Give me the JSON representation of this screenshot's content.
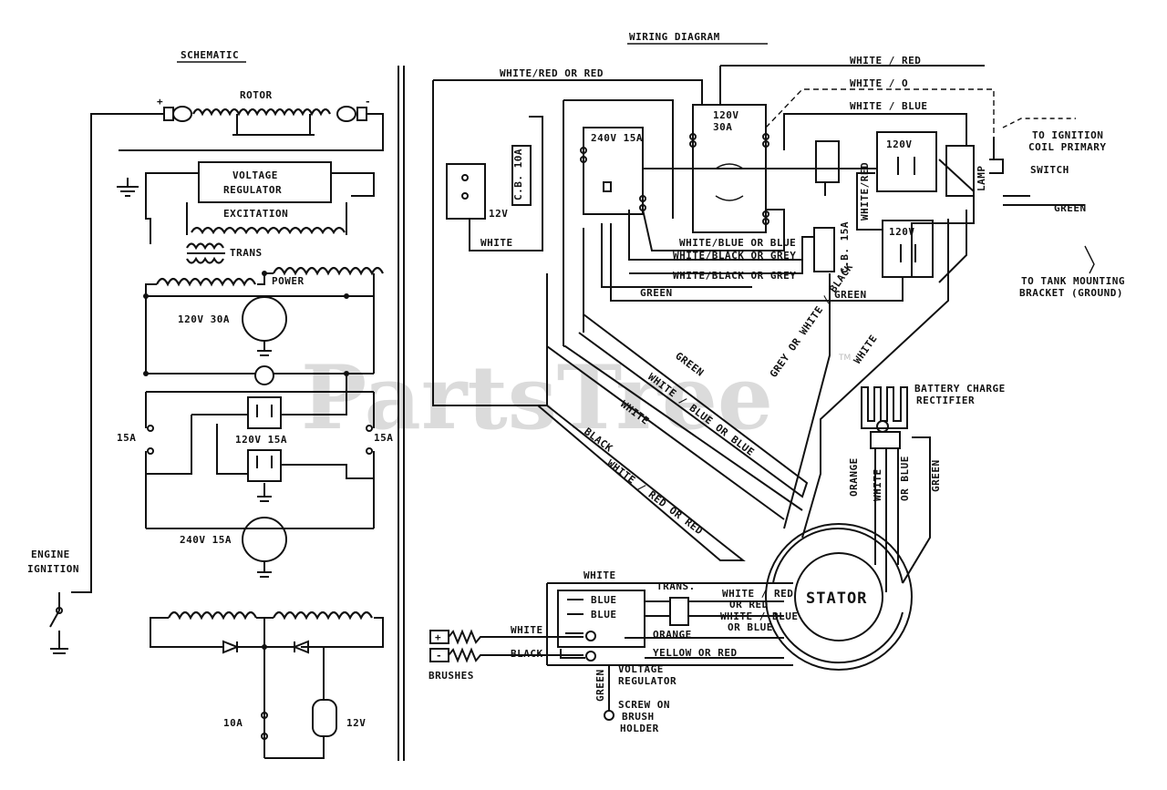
{
  "schematic": {
    "title": "SCHEMATIC",
    "rotor": "ROTOR",
    "plus": "+",
    "minus": "-",
    "voltage_regulator_line1": "VOLTAGE",
    "voltage_regulator_line2": "REGULATOR",
    "excitation": "EXCITATION",
    "trans": "TRANS",
    "power": "POWER",
    "recept_120v_30a": "120V 30A",
    "recept_120v_15a": "120V 15A",
    "recept_240v_15a": "240V 15A",
    "breaker_15a_left": "15A",
    "breaker_15a_right": "15A",
    "engine_ignition_line1": "ENGINE",
    "engine_ignition_line2": "IGNITION",
    "breaker_10a": "10A",
    "battery_12v": "12V"
  },
  "wiring": {
    "title": "WIRING DIAGRAM",
    "wire_top_left": "WHITE/RED OR RED",
    "wire_top_right_1": "WHITE / RED",
    "wire_top_right_2": "WHITE / O",
    "wire_top_right_3": "WHITE / BLUE",
    "recept_120v_30a_line1": "120V",
    "recept_120v_30a_line2": "30A",
    "recept_240v_15a": "240V 15A",
    "recept_120v_15a_a": "120V",
    "recept_120v_15a_b": "120V",
    "cb_10a": "C.B. 10A",
    "cb_15a": "C.B. 15A",
    "cb_12v": "12V",
    "white_short": "WHITE",
    "white_blue_orange": "WHITE/BLUE OR BLUE",
    "white_black_grey": "WHITE/BLACK OR GREY",
    "white_black_grey_2": "WHITE/BLACK OR GREY",
    "green_1": "GREEN",
    "green_2": "GREEN",
    "white_red_vertical": "WHITE/RED",
    "lamp": "LAMP",
    "to_ignition_line1": "TO IGNITION",
    "to_ignition_line2": "COIL PRIMARY",
    "switch": "SWITCH",
    "green_right": "GREEN",
    "to_tank_line1": "TO TANK MOUNTING",
    "to_tank_line2": "BRACKET (GROUND)",
    "harness_green": "GREEN",
    "harness_white_blue": "WHITE / BLUE OR BLUE",
    "harness_white": "WHITE",
    "harness_black": "BLACK",
    "harness_white_red": "WHITE / RED OR RED",
    "harness_grey_white_black": "GREY OR WHITE / BLACK",
    "harness_white_right": "WHITE",
    "battery_charge_line1": "BATTERY CHARGE",
    "battery_charge_line2": "RECTIFIER",
    "rect_wire_1": "ORANGE",
    "rect_wire_2": "WHITE",
    "rect_wire_3": "OR BLUE",
    "rect_wire_4": "GREEN",
    "stator": "STATOR",
    "white_bottom": "WHITE",
    "trans_bottom": "TRANS.",
    "blue_1": "BLUE",
    "blue_2": "BLUE",
    "white_red_bottom_1": "WHITE / RED",
    "white_red_bottom_2": "OR RED",
    "white_blue_bottom_1": "WHITE / BLUE",
    "white_blue_bottom_2": "OR BLUE",
    "orange": "ORANGE",
    "yellow_red": "YELLOW OR RED",
    "white_brush": "WHITE",
    "black_brush": "BLACK",
    "brush_plus": "+",
    "brush_minus": "-",
    "brushes": "BRUSHES",
    "voltage_reg_line1": "VOLTAGE",
    "voltage_reg_line2": "REGULATOR",
    "screw_line1": "SCREW ON",
    "screw_line2": "BRUSH",
    "screw_line3": "HOLDER",
    "green_vertical": "GREEN"
  },
  "watermark": {
    "text": "PartsTree",
    "tm": "TM"
  }
}
